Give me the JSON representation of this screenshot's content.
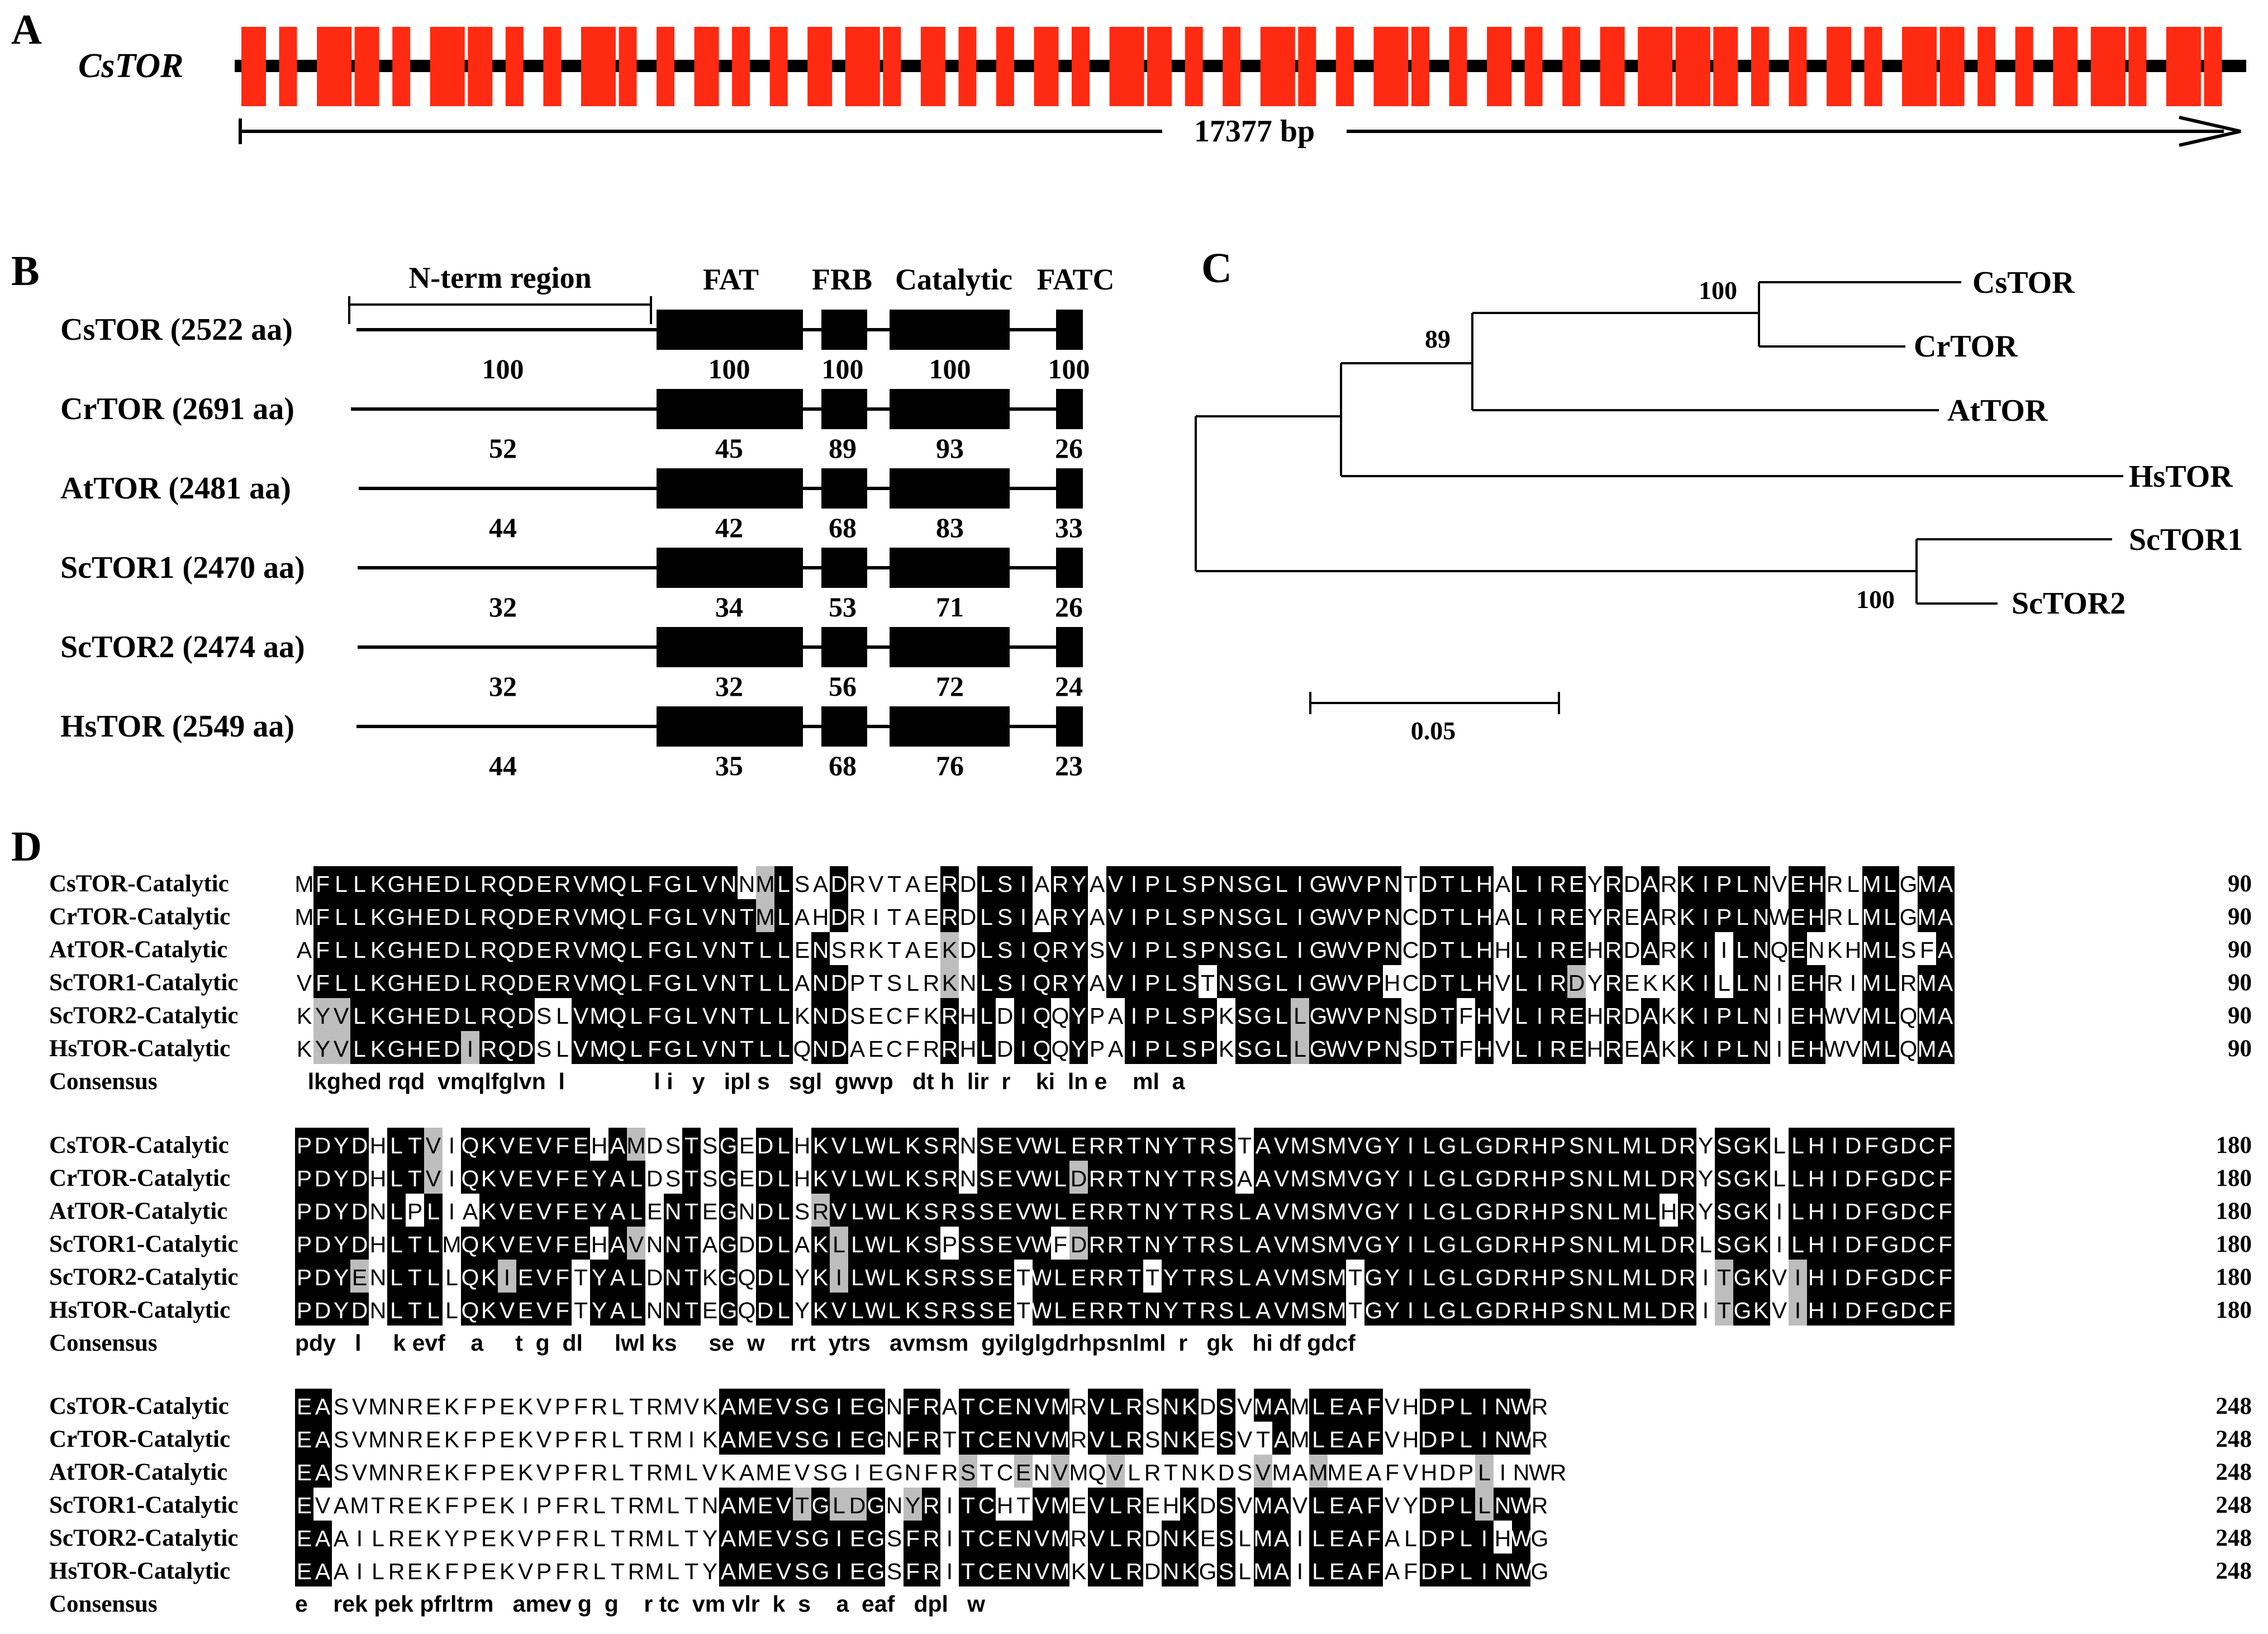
{
  "panels": [
    "A",
    "B",
    "C",
    "D"
  ],
  "panel_a": {
    "gene_name": "CsTOR",
    "length_label": "17377 bp",
    "exon_count": 53,
    "colors": {
      "exon": "#ff2a12",
      "intron": "#000000"
    }
  },
  "panel_b": {
    "region_labels": {
      "nterm": "N-term region",
      "fat": "FAT",
      "frb": "FRB",
      "catalytic": "Catalytic",
      "fatc": "FATC"
    },
    "proteins": [
      {
        "label": "CsTOR (2522 aa)",
        "identity": {
          "nterm": "100",
          "fat": "100",
          "frb": "100",
          "catalytic": "100",
          "fatc": "100"
        }
      },
      {
        "label": "CrTOR (2691 aa)",
        "identity": {
          "nterm": "52",
          "fat": "45",
          "frb": "89",
          "catalytic": "93",
          "fatc": "26"
        }
      },
      {
        "label": "AtTOR (2481 aa)",
        "identity": {
          "nterm": "44",
          "fat": "42",
          "frb": "68",
          "catalytic": "83",
          "fatc": "33"
        }
      },
      {
        "label": "ScTOR1 (2470 aa)",
        "identity": {
          "nterm": "32",
          "fat": "34",
          "frb": "53",
          "catalytic": "71",
          "fatc": "26"
        }
      },
      {
        "label": "ScTOR2 (2474 aa)",
        "identity": {
          "nterm": "32",
          "fat": "32",
          "frb": "56",
          "catalytic": "72",
          "fatc": "24"
        }
      },
      {
        "label": "HsTOR (2549 aa)",
        "identity": {
          "nterm": "44",
          "fat": "35",
          "frb": "68",
          "catalytic": "76",
          "fatc": "23"
        }
      }
    ]
  },
  "panel_c": {
    "taxa": [
      "CsTOR",
      "CrTOR",
      "AtTOR",
      "HsTOR",
      "ScTOR1",
      "ScTOR2"
    ],
    "bootstrap": [
      "100",
      "89",
      "100"
    ],
    "scale_label": "0.05"
  },
  "panel_d": {
    "sequence_names": [
      "CsTOR-Catalytic",
      "CrTOR-Catalytic",
      "AtTOR-Catalytic",
      "ScTOR1-Catalytic",
      "ScTOR2-Catalytic",
      "HsTOR-Catalytic"
    ],
    "consensus_label": "Consensus",
    "blocks": [
      {
        "end": "90",
        "sequences": [
          "MFLLKGHEDLRQDERVMQLFGLVNNMLSADRVTAERDLSIARYAVIPLSPNSGLIGWVPNTDTLHALIREYRDARKIPLNVEHRLMLGMA",
          "MFLLKGHEDLRQDERVMQLFGLVNTMLAHDRITAERDLSIARYAVIPLSPNSGLIGWVPNCDTLHALIREYREARKIPLNWEHRLMLGMA",
          "AFLLKGHEDLRQDERVMQLFGLVNTLLENSRKTAEKDLSIQRYSVIPLSPNSGLIGWVPNCDTLHHLIREHRDARKIILNQENKHMLSFA",
          "VFLLKGHEDLRQDERVMQLFGLVNTLLANDPTSLRKNLSIQRYAVIPLSTNSGLIGWVPHCDTLHVLIRDYREKKKILLNIEHRIMLRMA",
          "KYVLKGHEDLRQDSLVMQLFGLVNTLLKNDSECFKRHLDIQQYPAIPLSPKSGLLGWVPNSDTFHVLIREHRDAKKIPLNIEHWVMLQMA",
          "KYVLKGHEDIRQDSLVMQLFGLVNTLLQNDAECFRRHLDIQQYPAIPLSPKSGLLGWVPNSDTFHVLIREHREAKKIPLNIEHWVMLQMA"
        ],
        "consensus": "  lkghed rqd  vmqlfglvn  l              l i   y   ipl s   sgl  gwvp   dt h  lir  r    ki  ln e    ml  a"
      },
      {
        "end": "180",
        "sequences": [
          "PDYDHLTVIQKVEVFEHAMDSTSGEDLHKVLWLKSRNSEVWLERRTNYTRSTAVMSMVGYILGLGDRHPSNLMLDRYSGKLLHIDFGDCF",
          "PDYDHLTVIQKVEVFEYALDSTSGEDLHKVLWLKSRNSEVWLDRRTNYTRSAAVMSMVGYILGLGDRHPSNLMLDRYSGKLLHIDFGDCF",
          "PDYDNLPLIAKVEVFEYALENTEGNDLSRVLWLKSRSSEVWLERRTNYTRSLAVMSMVGYILGLGDRHPSNLMLHRYSGKILHIDFGDCF",
          "PDYDHLTLMQKVEVFEHAVNNTAGDDLAKLLWLKSPSSEVWFDRRTNYTRSLAVMSMVGYILGLGDRHPSNLMLDRLSGKILHIDFGDCF",
          "PDYENLTLLQKIEVFTYALDNTKGQDLYKILWLKSRSSETWLERRTTYTRSLAVMSMTGYILGLGDRHPSNLMLDRITGKVIHIDFGDCF",
          "PDYDNLTLLQKVEVFTYALNNTEGQDLYKVLWLKSRSSETWLERRTNYTRSLAVMSMTGYILGLGDRHPSNLMLDRITGKVIHIDFGDCF"
        ],
        "consensus": "pdy   l     k evf    a     t  g  dl     lwl ks     se  w    rrt  ytrs   avmsm  gyilglgdrhpsnlml  r   gk   hi df gdcf"
      },
      {
        "end": "248",
        "sequences": [
          "EASVMNREKFPEKVPFRLTRMVKAMEVSGIEGNFRATCENVMRVLRSNKDSVMAMLEAFVHDPLINWR",
          "EASVMNREKFPEKVPFRLTRMIKAMEVSGIEGNFRTTCENVMRVLRSNKESVTAMLEAFVHDPLINWR",
          "EASVMNREKFPEKVPFRLTRMLVKAMEVSGIEGNFRSTCENVMQVLRTNKDSVMAMMEAFVHDPLINWR",
          "EVAMTREKFPEKIPFRLTRMLTNAMEVTGLDGNYRITCHTVMEVLREHKDSVMAVLEAFVYDPLLNWR",
          "EAAILREKYPEKVPFRLTRMLTYAMEVSGIEGSFRITCENVMRVLRDNKESLMAILEAFALDPLIHWG",
          "EAAILREKFPEKVPFRLTRMLTYAMEVSGIEGSFRITCENVMKVLRDNKGSLMAILEAFAFDPLINWG"
        ],
        "consensus": "e    rek pek pfrltrm   amev g  g    r tc  vm vlr  k  s    a  eaf   dpl   w"
      }
    ],
    "colors": {
      "identical": "#000000",
      "similar": "#bdbdbd",
      "background": "#ffffff"
    }
  }
}
